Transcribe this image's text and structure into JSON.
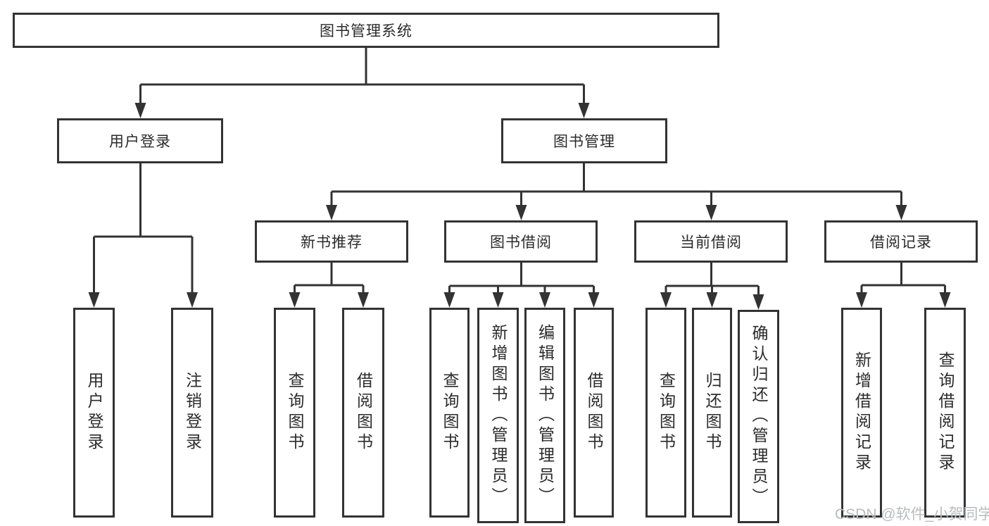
{
  "tree": {
    "root": "图书管理系统",
    "branches": [
      {
        "label": "用户登录",
        "children": [
          "用户登录",
          "注销登录"
        ]
      },
      {
        "label": "图书管理",
        "children": [
          {
            "label": "新书推荐",
            "children": [
              "查询图书",
              "借阅图书"
            ]
          },
          {
            "label": "图书借阅",
            "children": [
              "查询图书",
              "新增图书（管理员）",
              "编辑图书（管理员）",
              "借阅图书"
            ]
          },
          {
            "label": "当前借阅",
            "children": [
              "查询图书",
              "归还图书",
              "确认归还（管理员）"
            ]
          },
          {
            "label": "借阅记录",
            "children": [
              "新增借阅记录",
              "查询借阅记录"
            ]
          }
        ]
      }
    ]
  },
  "watermark": "CSDN @软件_小贺同学",
  "colors": {
    "line": "#333333",
    "text": "#2b2b2b",
    "watermark": "#b9bcc0",
    "background": "#ffffff"
  }
}
